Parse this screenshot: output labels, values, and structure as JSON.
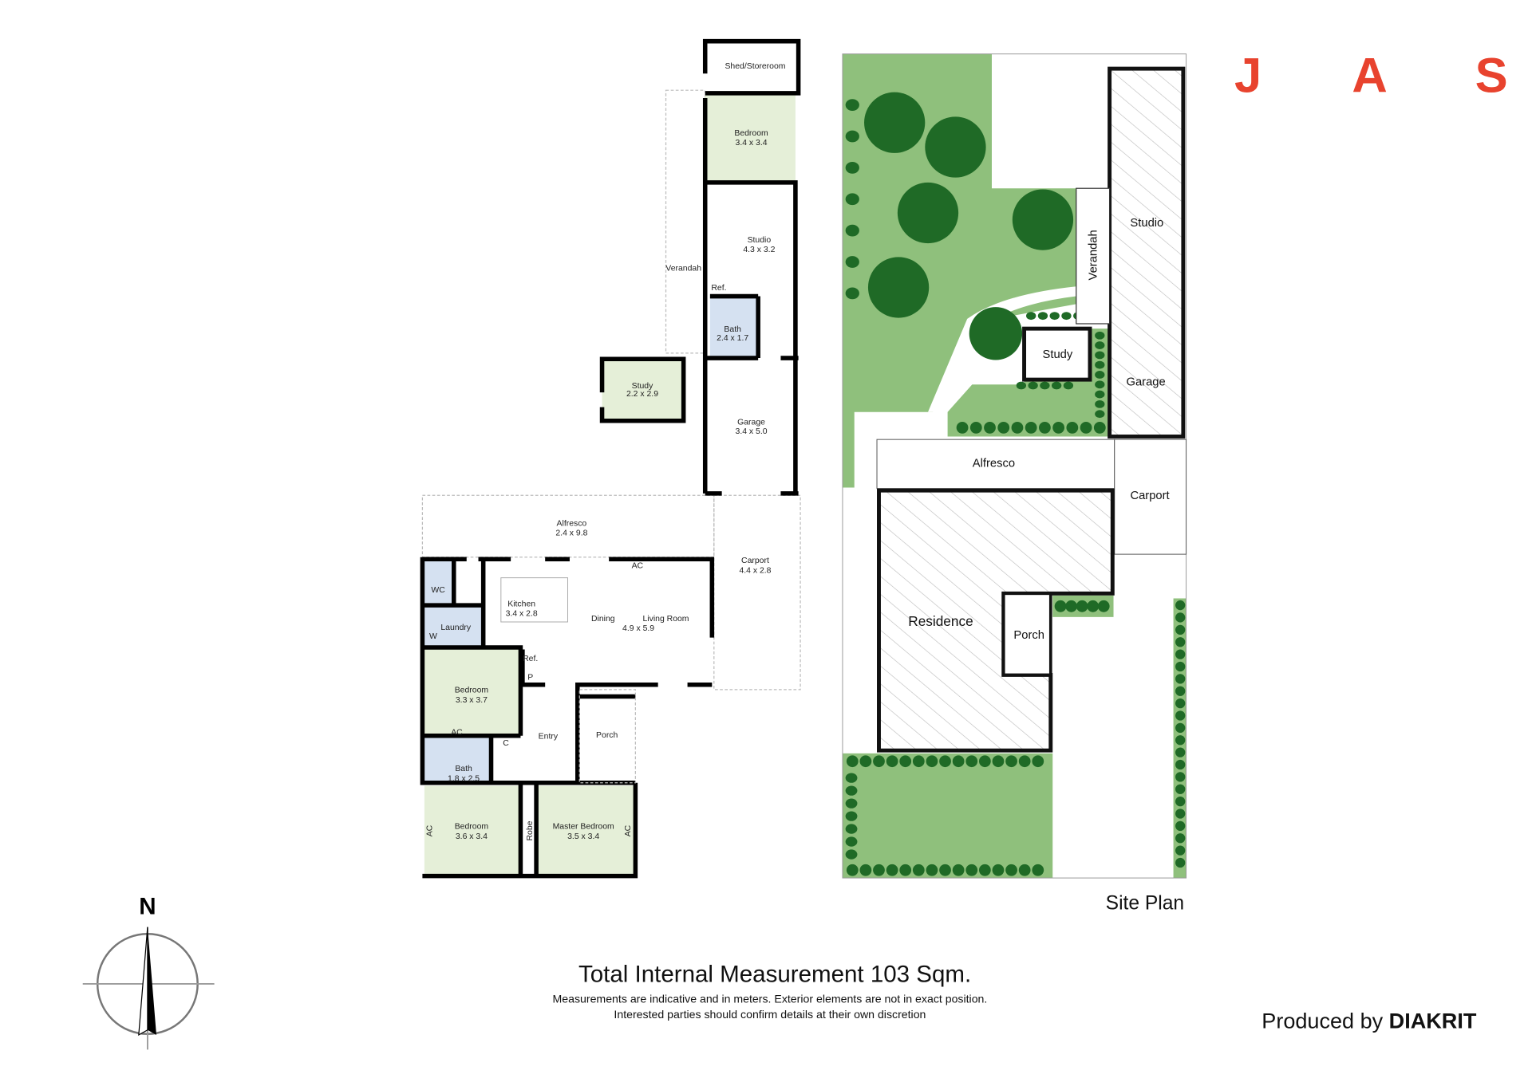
{
  "brand": {
    "letters": [
      "J",
      "A",
      "S"
    ],
    "color": "#e8432e"
  },
  "compass": {
    "north_label": "N"
  },
  "floor_plan": {
    "rooms": {
      "shed": {
        "name": "Shed/Storeroom"
      },
      "bedroom_upper": {
        "name": "Bedroom",
        "size": "3.4 x 3.4"
      },
      "verandah": {
        "name": "Verandah"
      },
      "studio": {
        "name": "Studio",
        "size": "4.3 x 3.2"
      },
      "studio_ref": {
        "name": "Ref."
      },
      "bath_upper": {
        "name": "Bath",
        "size": "2.4 x 1.7"
      },
      "study": {
        "name": "Study",
        "size": "2.2 x 2.9"
      },
      "garage": {
        "name": "Garage",
        "size": "3.4 x 5.0"
      },
      "alfresco": {
        "name": "Alfresco",
        "size": "2.4 x 9.8"
      },
      "carport": {
        "name": "Carport",
        "size": "4.4 x 2.8"
      },
      "wc": {
        "name": "WC"
      },
      "laundry": {
        "name": "Laundry"
      },
      "washer": {
        "name": "W"
      },
      "kitchen": {
        "name": "Kitchen",
        "size": "3.4 x 2.8"
      },
      "dining": {
        "name": "Dining"
      },
      "living": {
        "name": "Living Room",
        "size": "4.9 x 5.9"
      },
      "ref": {
        "name": "Ref."
      },
      "pantry": {
        "name": "P"
      },
      "bedroom_2": {
        "name": "Bedroom",
        "size": "3.3 x 3.7"
      },
      "bath_main": {
        "name": "Bath",
        "size": "1.8 x 2.5"
      },
      "cupboard": {
        "name": "C"
      },
      "entry": {
        "name": "Entry"
      },
      "porch": {
        "name": "Porch"
      },
      "bedroom_3": {
        "name": "Bedroom",
        "size": "3.6 x 3.4"
      },
      "robe": {
        "name": "Robe"
      },
      "master": {
        "name": "Master Bedroom",
        "size": "3.5 x 3.4"
      }
    },
    "ac_label": "AC"
  },
  "site_plan": {
    "title": "Site Plan",
    "labels": {
      "studio": "Studio",
      "verandah": "Verandah",
      "garage": "Garage",
      "study": "Study",
      "alfresco": "Alfresco",
      "carport": "Carport",
      "residence": "Residence",
      "porch": "Porch"
    },
    "colors": {
      "lawn": "#8fc07c",
      "tree": "#1f6a26"
    }
  },
  "footer": {
    "total": "Total Internal Measurement 103 Sqm.",
    "disclaimer_1": "Measurements are indicative and in meters. Exterior elements are not in exact position.",
    "disclaimer_2": "Interested parties should confirm details at their own discretion",
    "produced_by": "Produced by",
    "producer": "DIAKRIT"
  }
}
